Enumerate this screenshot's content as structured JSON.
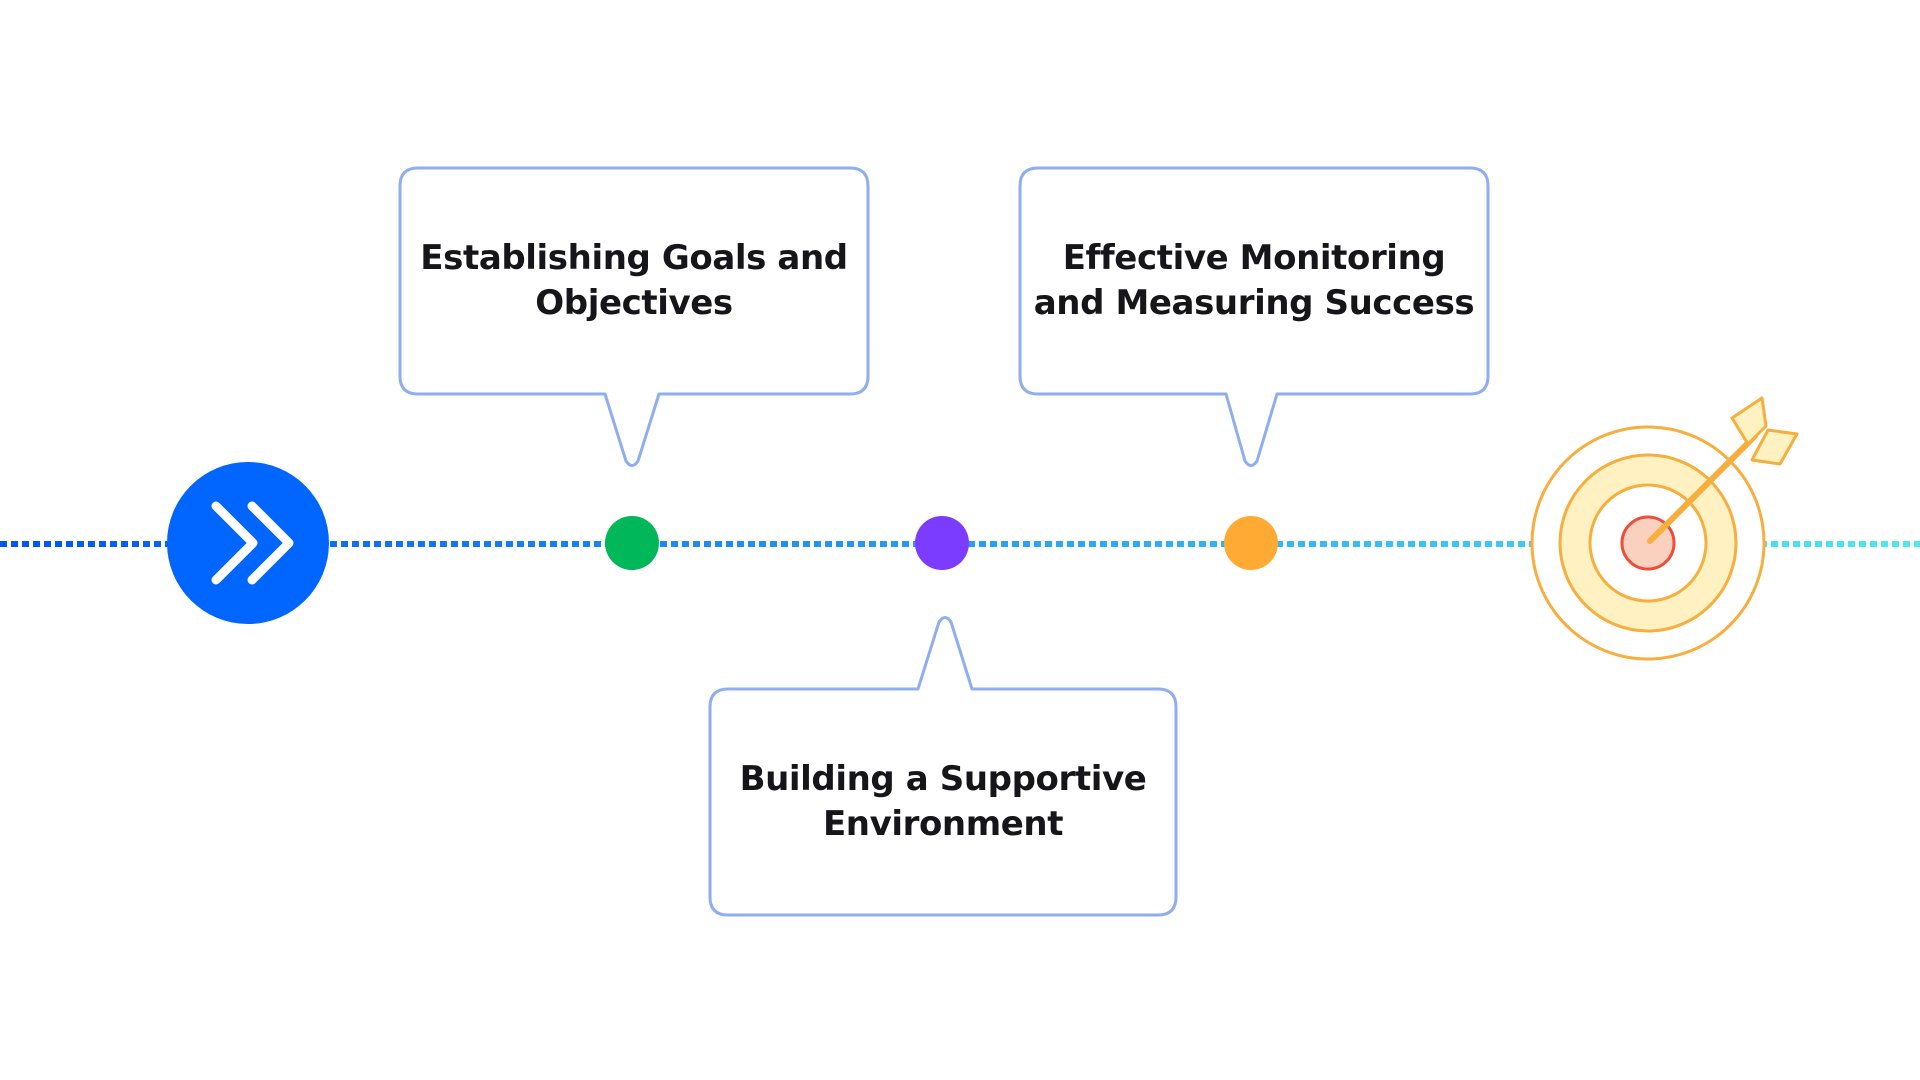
{
  "steps": [
    {
      "label": "Establishing Goals and Objectives",
      "color": "#00B859"
    },
    {
      "label": "Building a Supportive Environment",
      "color": "#7B3CFF"
    },
    {
      "label": "Effective Monitoring and Measuring Success",
      "color": "#FFAA33"
    }
  ],
  "start_icon": {
    "name": "double-chevron-right-icon",
    "color": "#0066FF"
  },
  "end_icon": {
    "name": "target-arrow-icon",
    "ring_color": "#F7AE3C",
    "fill_color": "#FFF1C2",
    "center_color": "#FAD1BF",
    "center_ring_color": "#EE4D3A"
  },
  "colors": {
    "line_start": "#0055F0",
    "line_end": "#4FE8F2",
    "callout_border": "#8FAEF0"
  }
}
